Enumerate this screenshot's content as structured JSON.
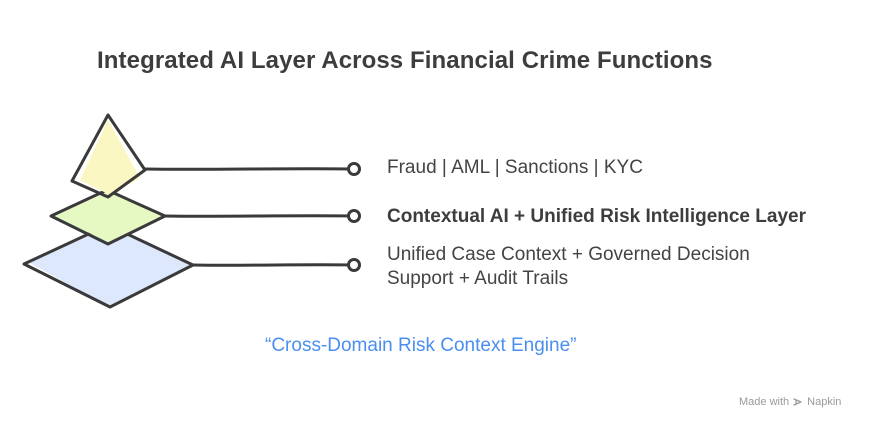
{
  "title": "Integrated AI Layer Across Financial Crime Functions",
  "layers": [
    {
      "label": "Fraud | AML | Sanctions | KYC",
      "color": "#fbf7c2"
    },
    {
      "label": "Contextual AI + Unified Risk Intelligence Layer",
      "color": "#e6f9c2"
    },
    {
      "label_lines": [
        "Unified Case Context + Governed Decision",
        "Support  + Audit Trails"
      ],
      "color": "#dde8fd"
    }
  ],
  "tagline": "“Cross-Domain Risk Context Engine”",
  "watermark": {
    "prefix": "Made with",
    "brand": "Napkin"
  },
  "colors": {
    "stroke": "#3a3a3a",
    "accent": "#4a8ff0"
  }
}
